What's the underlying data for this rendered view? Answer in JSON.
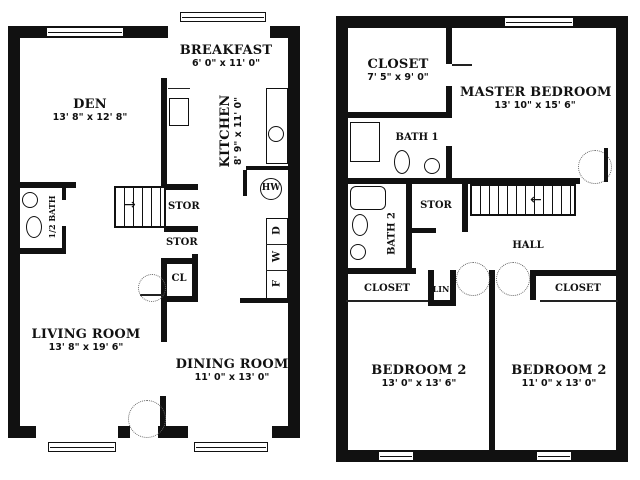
{
  "floor_plan": {
    "first_floor": {
      "rooms": [
        {
          "name": "BREAKFAST",
          "dimensions": "6' 0\" x 11' 0\""
        },
        {
          "name": "DEN",
          "dimensions": "13' 8\" x 12' 8\""
        },
        {
          "name": "KITCHEN",
          "dimensions": "8' 9\" x 11' 0\""
        },
        {
          "name": "LIVING ROOM",
          "dimensions": "13' 8\" x 19' 6\""
        },
        {
          "name": "DINING ROOM",
          "dimensions": "11' 0\" x 13' 0\""
        }
      ],
      "small_labels": {
        "half_bath": "1/2 BATH",
        "stor_upper": "STOR",
        "stor_lower": "STOR",
        "closet": "CL",
        "water_heater": "HW",
        "dryer": "D",
        "washer": "W",
        "fridge": "F"
      }
    },
    "second_floor": {
      "rooms": [
        {
          "name": "CLOSET",
          "dimensions": "7' 5\" x 9' 0\""
        },
        {
          "name": "MASTER BEDROOM",
          "dimensions": "13' 10\" x 15' 6\""
        },
        {
          "name": "BEDROOM 2",
          "dimensions": "13' 0\" x 13' 6\""
        },
        {
          "name": "BEDROOM 2",
          "dimensions": "11' 0\" x 13' 0\""
        }
      ],
      "small_labels": {
        "bath1": "BATH 1",
        "bath2": "BATH 2",
        "stor": "STOR",
        "hall": "HALL",
        "linen": "LIN",
        "closet_left": "CLOSET",
        "closet_right": "CLOSET"
      }
    },
    "icons": {
      "stair_arrow_first": "→",
      "stair_arrow_second": "←"
    }
  }
}
